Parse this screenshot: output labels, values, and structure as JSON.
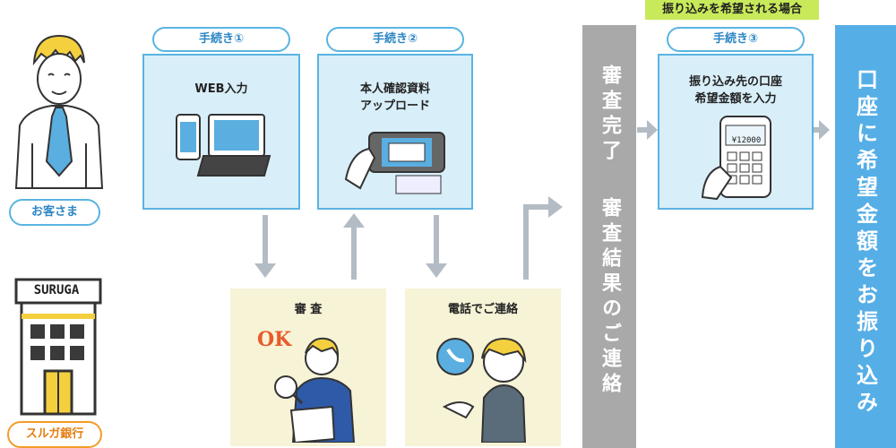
{
  "actors": {
    "customer": "お客さま",
    "bank": "スルガ銀行",
    "bank_sign": "SURUGA"
  },
  "steps": [
    {
      "tag": "手続き①",
      "title": "WEB入力"
    },
    {
      "tag": "手続き②",
      "title": "本人確認資料\nアップロード"
    },
    {
      "tag": "手続き③",
      "title": "振り込み先の口座\n希望金額を入力"
    }
  ],
  "bank_steps": [
    {
      "title": "審 査"
    },
    {
      "title": "電話でご連絡"
    }
  ],
  "bands": {
    "review_complete": "審査完了",
    "review_result": "審査結果のご連絡",
    "transfer": "口座に希望金額をお振り込み"
  },
  "transfer_note": "振り込みを希望される場合",
  "illustration_text": {
    "ok": "OK",
    "amount": "¥12000"
  },
  "colors": {
    "card_bg": "#d8eef9",
    "card_border": "#5ab4e2",
    "band_gray": "#a9a9a9",
    "band_blue": "#56aee6",
    "yellow_card": "#f7f3d7",
    "note_bg": "#c8ea5a",
    "arrow_gray": "#b3bcc4"
  }
}
